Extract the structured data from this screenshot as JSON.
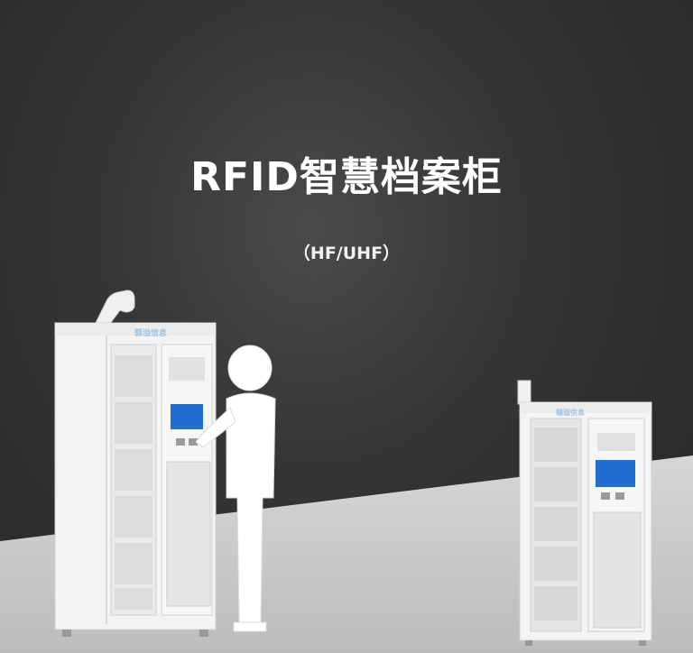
{
  "hero": {
    "title": "RFID智慧档案柜",
    "subtitle": "（HF/UHF）"
  },
  "cabinet_large": {
    "brand": "赣溢信息"
  },
  "cabinet_small": {
    "brand": "赣溢信息"
  },
  "colors": {
    "background": "#2e2e2e",
    "floor": "#c9c9c9",
    "cabinet": "#f4f4f4",
    "screen": "#1f6fd0",
    "brand": "#9fc6e6"
  }
}
